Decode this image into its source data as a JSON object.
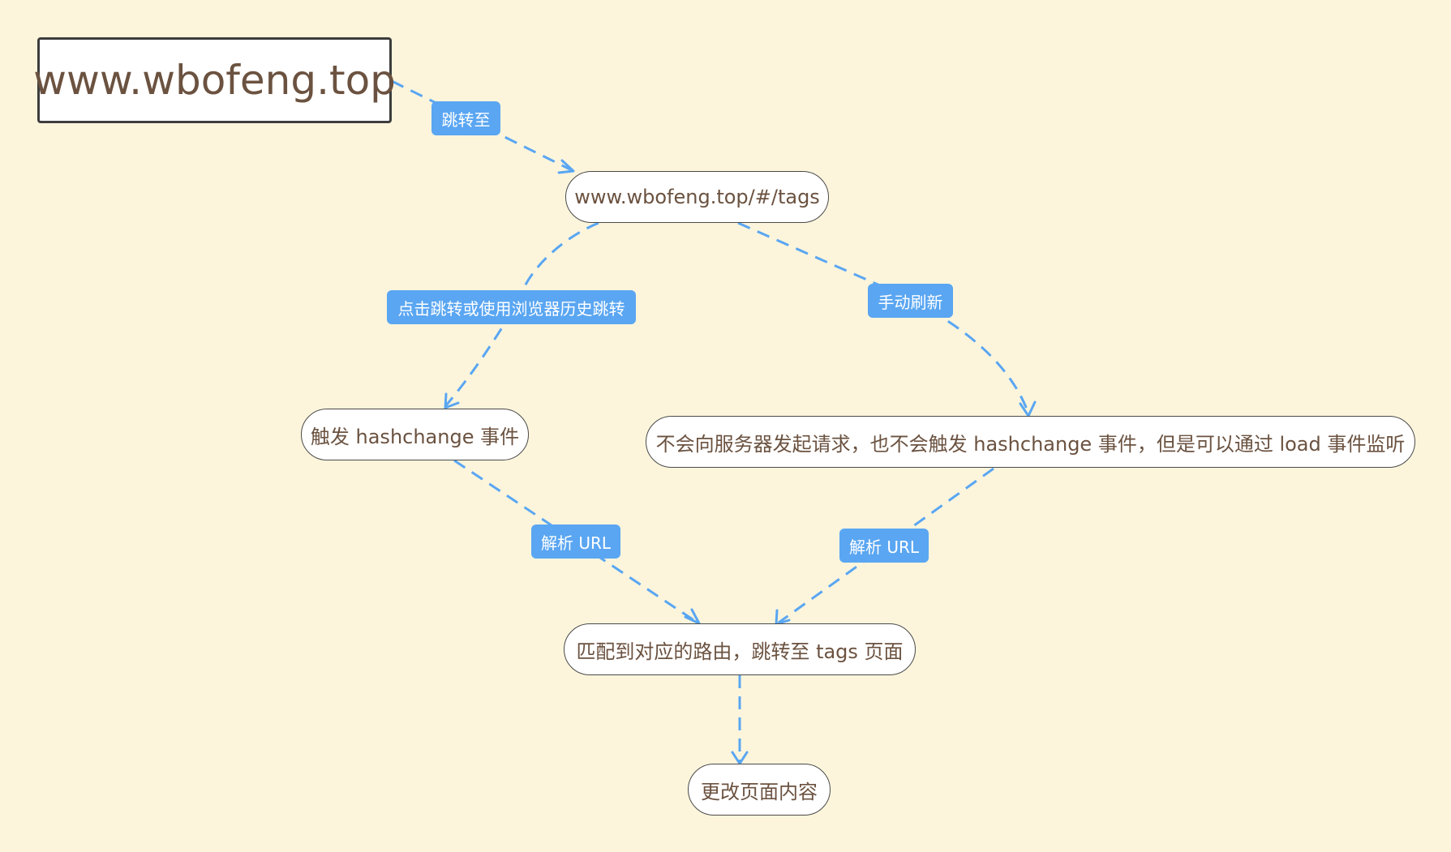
{
  "diagram": {
    "colors": {
      "background": "#fcf5dc",
      "node_text": "#6b5240",
      "edge": "#5aa6f2",
      "edge_label_bg": "#5aa6f2"
    },
    "nodes": {
      "root": "www.wbofeng.top",
      "tags_url": "www.wbofeng.top/#/tags",
      "trigger_hashchange": "触发 hashchange 事件",
      "no_request": "不会向服务器发起请求，也不会触发 hashchange 事件，但是可以通过 load 事件监听",
      "match_route": "匹配到对应的路由，跳转至 tags 页面",
      "change_content": "更改页面内容"
    },
    "edge_labels": {
      "jump_to": "跳转至",
      "click_or_history": "点击跳转或使用浏览器历史跳转",
      "manual_refresh": "手动刷新",
      "parse_url_left": "解析 URL",
      "parse_url_right": "解析 URL"
    }
  }
}
